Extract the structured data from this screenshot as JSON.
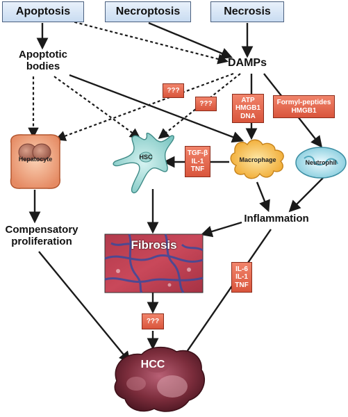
{
  "headers": {
    "apoptosis": "Apoptosis",
    "necroptosis": "Necroptosis",
    "necrosis": "Necrosis"
  },
  "labels": {
    "apoptotic_bodies_line1": "Apoptotic",
    "apoptotic_bodies_line2": "bodies",
    "damps": "DAMPs",
    "compensatory_line1": "Compensatory",
    "compensatory_line2": "proliferation",
    "inflammation": "Inflammation"
  },
  "cells": {
    "hepatocyte": "Hepatocyte",
    "hsc": "HSC",
    "macrophage": "Macrophage",
    "neutrophil": "Neutrophil",
    "fibrosis": "Fibrosis",
    "hcc": "HCC"
  },
  "boxes": {
    "unknown_1": "???",
    "unknown_2": "???",
    "unknown_3": "???",
    "atp_lines": [
      "ATP",
      "HMGB1",
      "DNA"
    ],
    "formyl_lines": [
      "Formyl-peptides",
      "HMGB1"
    ],
    "tgf_lines": [
      "TGF-β",
      "IL-1",
      "TNF"
    ],
    "il6_lines": [
      "IL-6",
      "IL-1",
      "TNF"
    ]
  },
  "colors": {
    "header_fill": "#c9dcf1",
    "red_box": "#e06a4f",
    "arrow": "#1a1a1a"
  }
}
